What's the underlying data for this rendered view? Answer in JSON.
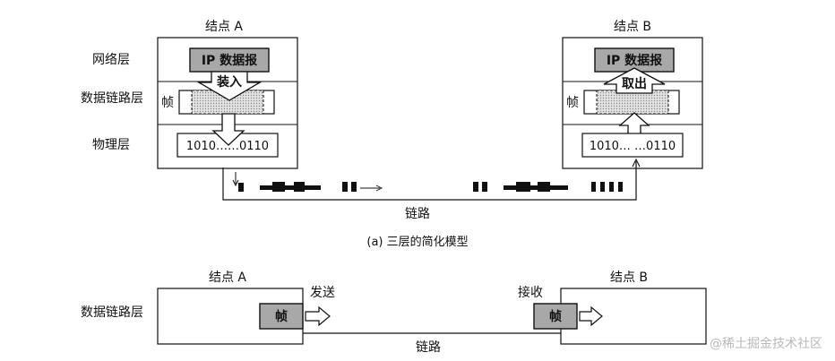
{
  "top": {
    "node_a": "结点 A",
    "node_b": "结点 B",
    "layer_network": "网络层",
    "layer_datalink": "数据链路层",
    "layer_physical": "物理层",
    "ip_datagram_a": "IP 数据报",
    "ip_datagram_b": "IP 数据报",
    "encapsulate": "装入",
    "extract": "取出",
    "frame_a": "帧",
    "frame_b": "帧",
    "bits_a": "1010……0110",
    "bits_b": "1010… …0110",
    "link": "链路",
    "caption": "(a) 三层的简化模型"
  },
  "bottom": {
    "node_a": "结点 A",
    "node_b": "结点 B",
    "layer_datalink": "数据链路层",
    "send": "发送",
    "receive": "接收",
    "frame_a": "帧",
    "frame_b": "帧",
    "link": "链路"
  },
  "watermark": "@稀土掘金技术社区",
  "colors": {
    "ink": "#111111",
    "shade": "#cfcfcf",
    "box_fill": "#a8a8a8",
    "watermark": "#b9b9b9"
  }
}
